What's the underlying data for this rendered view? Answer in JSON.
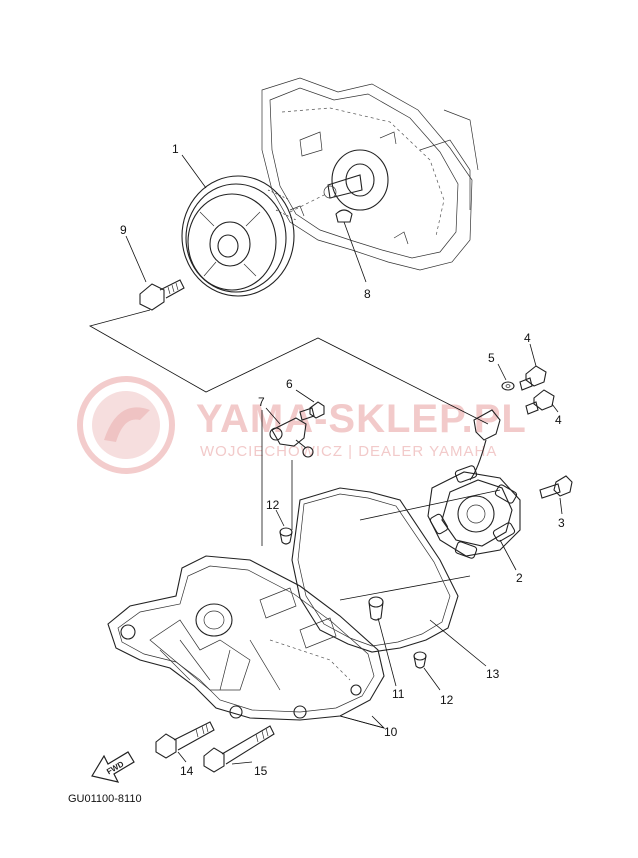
{
  "diagram": {
    "catalog_code": "GU01100-8110",
    "fwd_label": "FWD",
    "watermark": {
      "main": "YAMA-SKLEP.PL",
      "sub": "WOJCIECHOWICZ | DEALER YAMAHA"
    },
    "callouts": [
      {
        "id": "c1",
        "text": "1"
      },
      {
        "id": "c2",
        "text": "2"
      },
      {
        "id": "c3",
        "text": "3"
      },
      {
        "id": "c4a",
        "text": "4"
      },
      {
        "id": "c4b",
        "text": "4"
      },
      {
        "id": "c5",
        "text": "5"
      },
      {
        "id": "c6",
        "text": "6"
      },
      {
        "id": "c7",
        "text": "7"
      },
      {
        "id": "c8",
        "text": "8"
      },
      {
        "id": "c9",
        "text": "9"
      },
      {
        "id": "c10",
        "text": "10"
      },
      {
        "id": "c11",
        "text": "11"
      },
      {
        "id": "c12a",
        "text": "12"
      },
      {
        "id": "c12b",
        "text": "12"
      },
      {
        "id": "c13",
        "text": "13"
      },
      {
        "id": "c14",
        "text": "14"
      },
      {
        "id": "c15",
        "text": "15"
      }
    ]
  }
}
